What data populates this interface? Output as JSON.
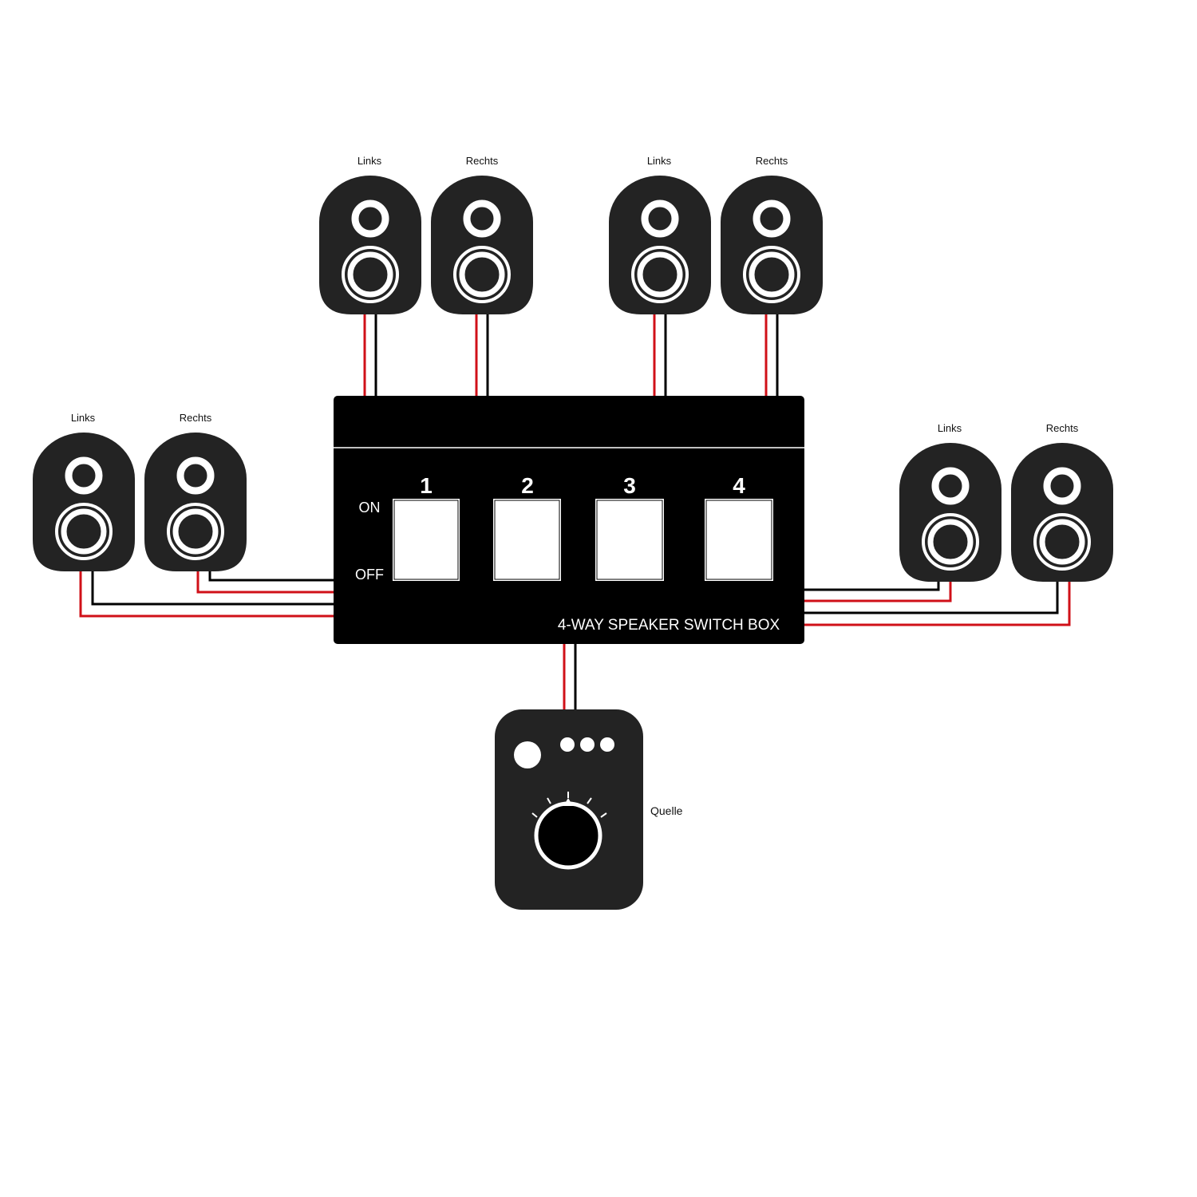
{
  "colors": {
    "background": "#ffffff",
    "device": "#232323",
    "box": "#000000",
    "wire_red": "#d01018",
    "wire_black": "#000000"
  },
  "speaker_pairs": [
    {
      "left_label": "Links",
      "right_label": "Rechts"
    },
    {
      "left_label": "Links",
      "right_label": "Rechts"
    },
    {
      "left_label": "Links",
      "right_label": "Rechts"
    },
    {
      "left_label": "Links",
      "right_label": "Rechts"
    }
  ],
  "switch_box": {
    "title": "4-WAY SPEAKER SWITCH BOX",
    "on_label": "ON",
    "off_label": "OFF",
    "switches": [
      {
        "number": "1"
      },
      {
        "number": "2"
      },
      {
        "number": "3"
      },
      {
        "number": "4"
      }
    ]
  },
  "source": {
    "label": "Quelle",
    "icons": [
      "power-button-icon",
      "indicator-light-icon",
      "volume-knob-icon"
    ]
  }
}
